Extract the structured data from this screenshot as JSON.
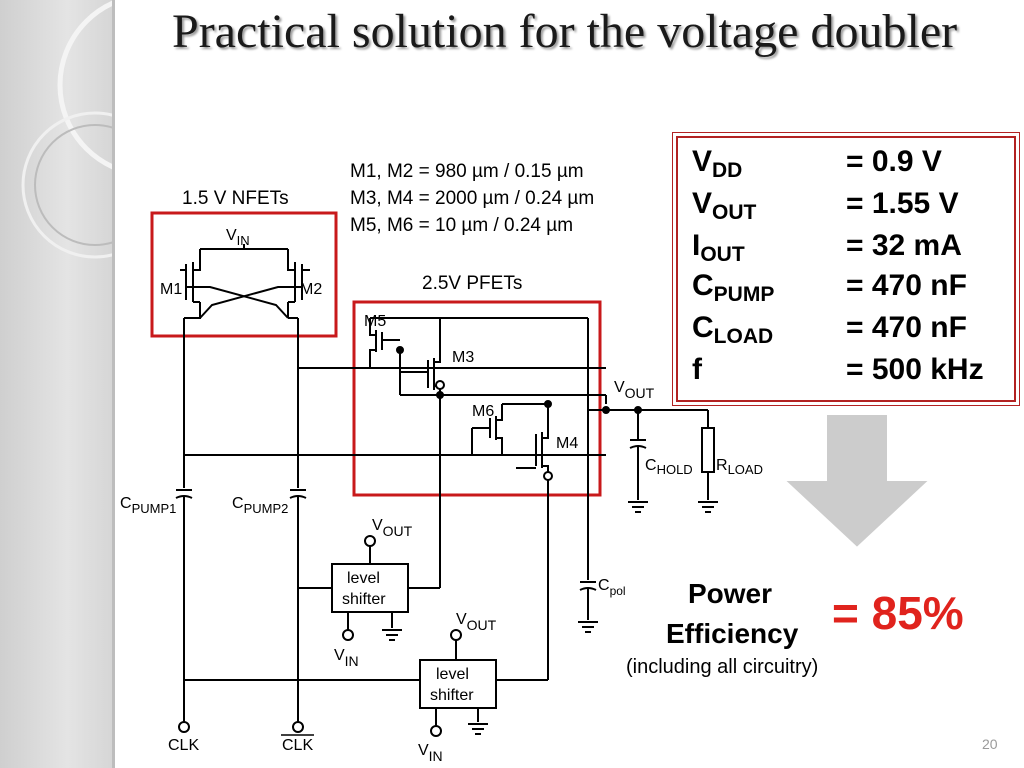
{
  "slide": {
    "title": "Practical solution for the voltage doubler",
    "slide_number": "20"
  },
  "labels": {
    "nfets": "1.5 V NFETs",
    "pfets": "2.5V PFETs",
    "dims": [
      "M1, M2 = 980 µm / 0.15 µm",
      "M3, M4 = 2000 µm / 0.24 µm",
      "M5, M6 = 10 µm / 0.24 µm"
    ]
  },
  "params": [
    {
      "sym": "V",
      "sub": "DD",
      "val": "= 0.9 V"
    },
    {
      "sym": "V",
      "sub": "OUT",
      "val": "= 1.55 V"
    },
    {
      "sym": "I",
      "sub": "OUT",
      "val": "= 32 mA"
    },
    {
      "sym": "C",
      "sub": "PUMP",
      "val": "= 470 nF"
    },
    {
      "sym": "C",
      "sub": "LOAD",
      "val": "= 470 nF"
    },
    {
      "sym": "f",
      "sub": "",
      "val": "= 500 kHz"
    }
  ],
  "result": {
    "label_line1": "Power",
    "label_line2": "Efficiency",
    "value": "= 85%",
    "note": "(including all circuitry)"
  },
  "circuit": {
    "vin": {
      "main": "V",
      "sub": "IN"
    },
    "vout": {
      "main": "V",
      "sub": "OUT"
    },
    "m1": "M1",
    "m2": "M2",
    "m3": "M3",
    "m4": "M4",
    "m5": "M5",
    "m6": "M6",
    "cpump1": {
      "main": "C",
      "sub": "PUMP1"
    },
    "cpump2": {
      "main": "C",
      "sub": "PUMP2"
    },
    "chold": {
      "main": "C",
      "sub": "HOLD"
    },
    "rload": {
      "main": "R",
      "sub": "LOAD"
    },
    "cpol": {
      "main": "C",
      "sub": "pol"
    },
    "level_shifter_line1": "level",
    "level_shifter_line2": "shifter",
    "clk": "CLK",
    "clkb": "CLK"
  },
  "colors": {
    "accent_red": "#c8191b",
    "efficiency_red": "#e0231d",
    "arrow_gray": "#cccccc"
  }
}
